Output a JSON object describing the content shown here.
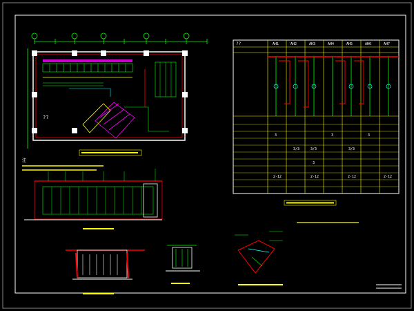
{
  "colors": {
    "background": "#000000",
    "frame": "#ffffff",
    "wall": "#ff0000",
    "equipment": "#00ff00",
    "dimension": "#00ff00",
    "cyan": "#00ffff",
    "magenta": "#ff00ff",
    "yellow": "#ffff00",
    "table_line": "#ffff00",
    "white": "#ffffff"
  },
  "plan": {
    "note_label": "注",
    "room_mark": "??"
  },
  "schematic": {
    "header_label": "??",
    "column_codes": [
      "AH1",
      "AH2",
      "AH3",
      "AH4",
      "AH5",
      "AH6",
      "AH7"
    ],
    "row_values": [
      "3",
      "3",
      "3",
      "3"
    ],
    "mid_values": [
      "3/3",
      "3/3",
      "3/3"
    ],
    "bottom_codes": [
      "2-12",
      "2-12",
      "2-12",
      "2-12"
    ]
  },
  "title_block": {
    "present": true
  }
}
